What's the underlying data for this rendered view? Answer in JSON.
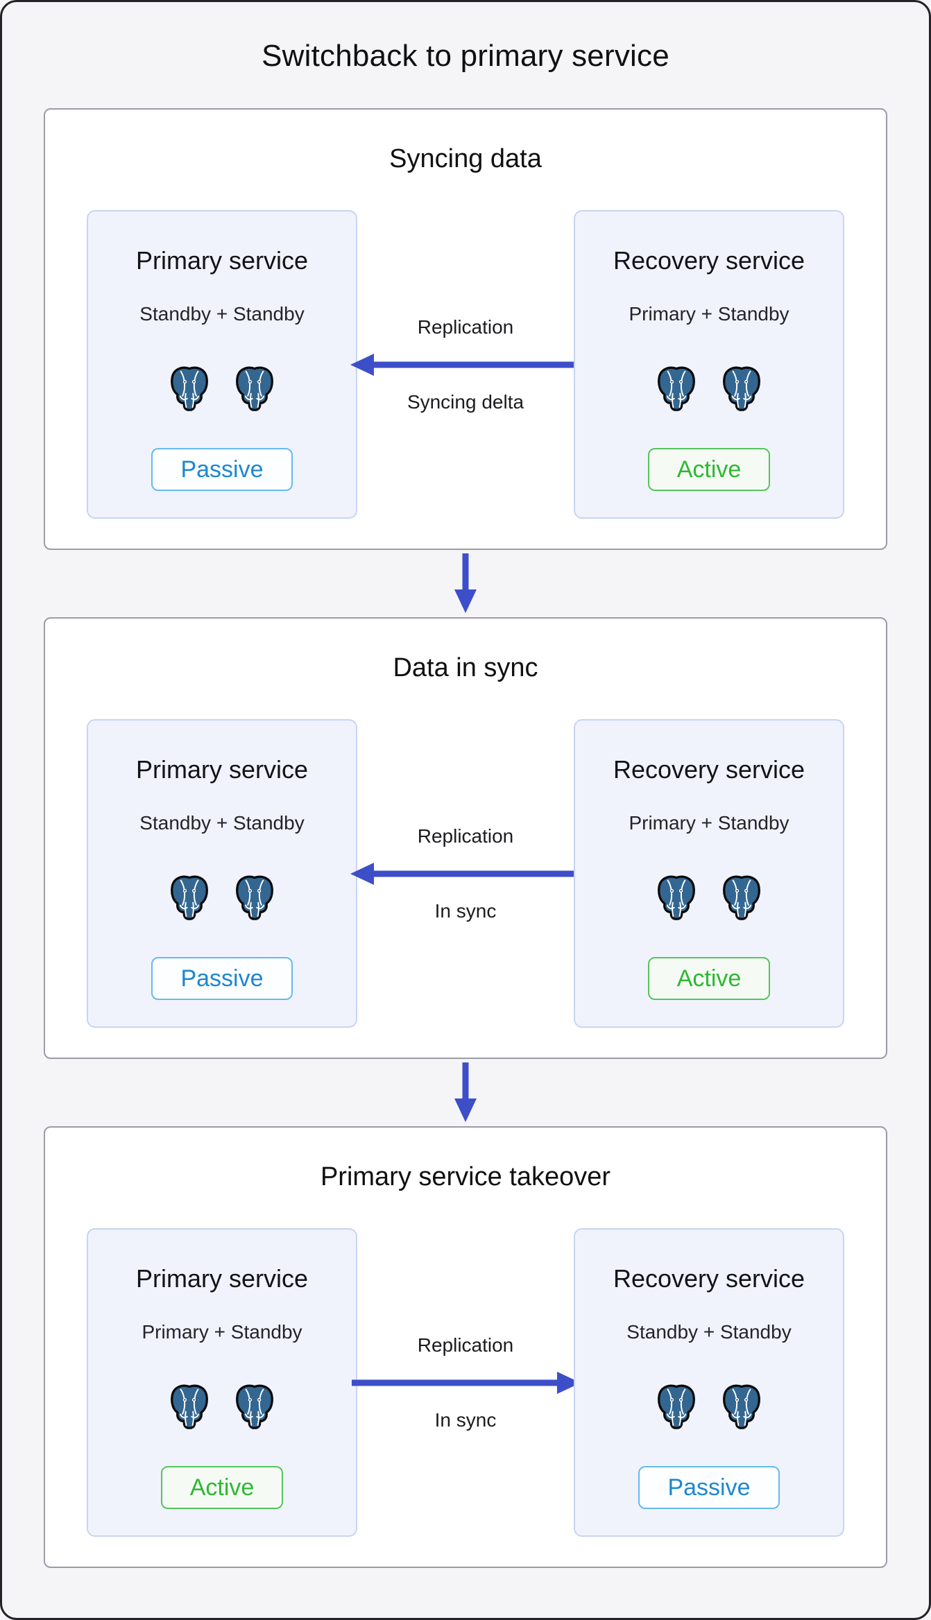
{
  "page": {
    "title": "Switchback to primary service"
  },
  "colors": {
    "arrow": "#3d4ec9",
    "elephant_blue": "#336791",
    "active_text": "#2eb832",
    "active_border": "#55c55c",
    "passive_text": "#1d87d0",
    "passive_border": "#66baee"
  },
  "icons": {
    "elephant": "postgresql-elephant-icon"
  },
  "stages": [
    {
      "title": "Syncing data",
      "left": {
        "title": "Primary service",
        "subtitle": "Standby + Standby",
        "badge": "Passive"
      },
      "right": {
        "title": "Recovery service",
        "subtitle": "Primary + Standby",
        "badge": "Active"
      },
      "arrow": {
        "direction": "left",
        "label_top": "Replication",
        "label_bottom": "Syncing delta"
      }
    },
    {
      "title": "Data in sync",
      "left": {
        "title": "Primary service",
        "subtitle": "Standby + Standby",
        "badge": "Passive"
      },
      "right": {
        "title": "Recovery service",
        "subtitle": "Primary + Standby",
        "badge": "Active"
      },
      "arrow": {
        "direction": "left",
        "label_top": "Replication",
        "label_bottom": "In sync"
      }
    },
    {
      "title": "Primary service takeover",
      "left": {
        "title": "Primary service",
        "subtitle": "Primary + Standby",
        "badge": "Active"
      },
      "right": {
        "title": "Recovery service",
        "subtitle": "Standby + Standby",
        "badge": "Passive"
      },
      "arrow": {
        "direction": "right",
        "label_top": "Replication",
        "label_bottom": "In sync"
      }
    }
  ]
}
